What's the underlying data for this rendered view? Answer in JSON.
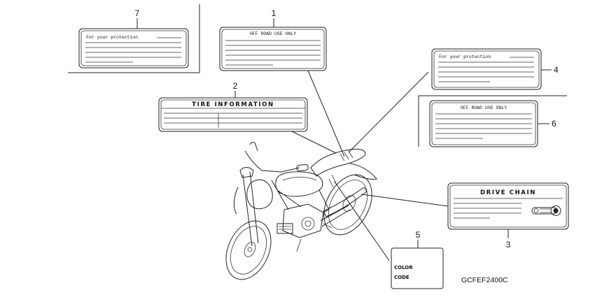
{
  "labels": {
    "label_7": {
      "callout": "7",
      "text": "For your protection"
    },
    "label_1": {
      "callout": "1",
      "text": "OFF ROAD USE ONLY"
    },
    "label_2": {
      "callout": "2",
      "text": "TIRE INFORMATION"
    },
    "label_4": {
      "callout": "4",
      "text": "For your protection"
    },
    "label_6": {
      "callout": "6",
      "text": "OFF ROAD USE ONLY"
    },
    "label_3": {
      "callout": "3",
      "text": "DRIVE CHAIN"
    },
    "label_5": {
      "callout": "5",
      "line1": "COLOR",
      "line2": "CODE"
    }
  },
  "part_number": "GCFEF2400C"
}
